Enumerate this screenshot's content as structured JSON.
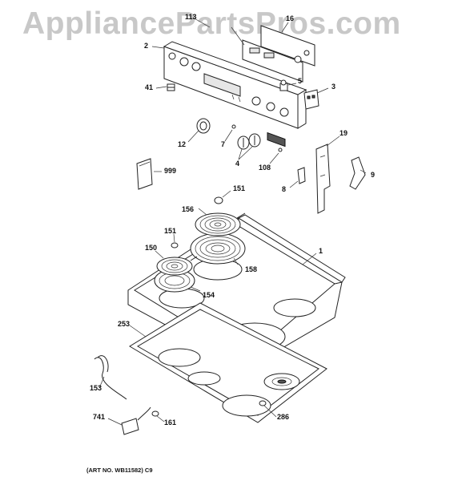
{
  "watermark": "AppliancePartsPros.com",
  "art_number": "(ART NO. WB11582) C9",
  "callouts": {
    "c113": "113",
    "c16": "16",
    "c2": "2",
    "c5": "5",
    "c3": "3",
    "c41": "41",
    "c12": "12",
    "c7": "7",
    "c4": "4",
    "c108": "108",
    "c19": "19",
    "c9": "9",
    "c999": "999",
    "c8": "8",
    "c151a": "151",
    "c156": "156",
    "c151b": "151",
    "c1": "1",
    "c150": "150",
    "c158": "158",
    "c154": "154",
    "c253": "253",
    "c153": "153",
    "c741": "741",
    "c161": "161",
    "c286": "286"
  }
}
